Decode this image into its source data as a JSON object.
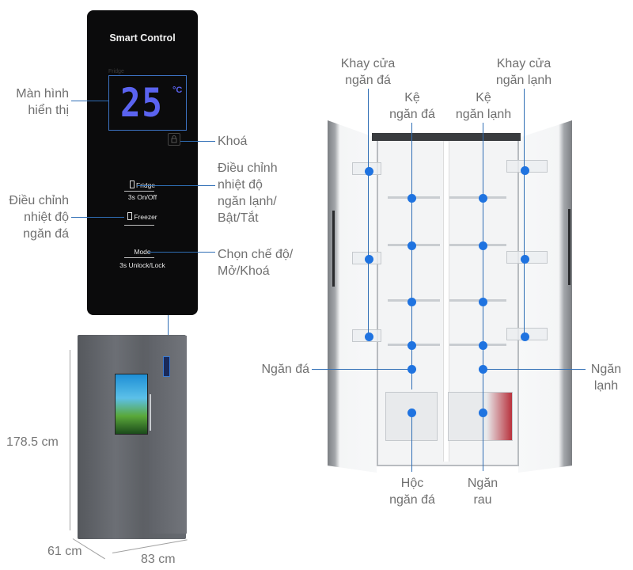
{
  "panel": {
    "title": "Smart Control",
    "display_label": "Fridge",
    "temperature": "25",
    "unit": "°C",
    "buttons": [
      {
        "label": "Fridge",
        "sub": "3s On/Off"
      },
      {
        "label": "Freezer",
        "sub": ""
      },
      {
        "label": "Mode",
        "sub": "3s Unlock/Lock"
      }
    ]
  },
  "panel_callouts": {
    "display": "Màn hình\nhiển thị",
    "lock": "Khoá",
    "fridge_adjust": "Điều chỉnh\nnhiệt độ\nngăn lạnh/\nBật/Tắt",
    "freezer_adjust": "Điều chỉnh\nnhiệt độ\nngăn đá",
    "mode": "Chọn chế độ/\nMở/Khoá"
  },
  "dimensions": {
    "height": "178.5 cm",
    "depth": "61 cm",
    "width": "83 cm"
  },
  "fridge_callouts": {
    "freezer_door_tray": "Khay cửa\nngăn đá",
    "fridge_door_tray": "Khay cửa\nngăn lạnh",
    "freezer_shelf": "Kệ\nngăn đá",
    "fridge_shelf": "Kệ\nngăn lạnh",
    "freezer_compartment": "Ngăn đá",
    "fridge_compartment": "Ngăn\nlạnh",
    "freezer_drawer": "Hộc\nngăn đá",
    "vegetable_drawer": "Ngăn\nrau"
  },
  "colors": {
    "callout_line": "#2f6eb5",
    "dot": "#1f73e0",
    "display_digits": "#5a63f0",
    "panel_bg": "#0b0b0c"
  }
}
